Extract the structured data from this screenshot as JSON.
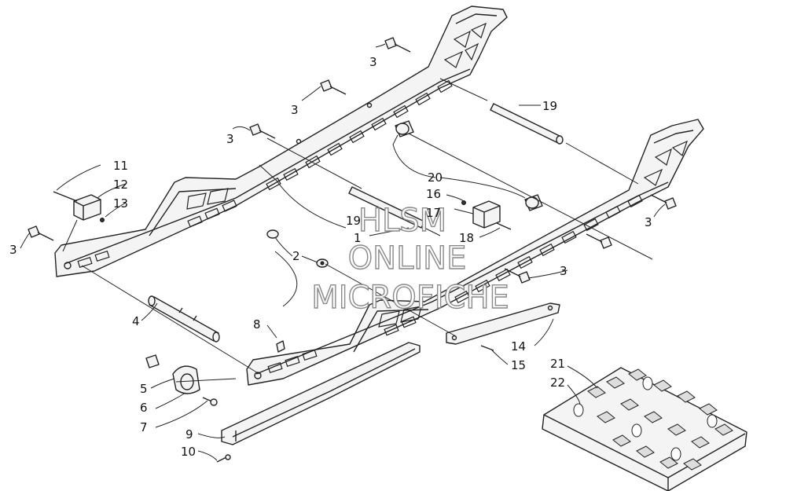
{
  "callouts": {
    "c1": "1",
    "c2": "2",
    "c3a": "3",
    "c3b": "3",
    "c3c": "3",
    "c3d": "3",
    "c3e": "3",
    "c3f": "3",
    "c4": "4",
    "c5": "5",
    "c6": "6",
    "c7": "7",
    "c8": "8",
    "c9": "9",
    "c10": "10",
    "c11": "11",
    "c12": "12",
    "c13": "13",
    "c14": "14",
    "c15": "15",
    "c16": "16",
    "c17": "17",
    "c18": "18",
    "c19a": "19",
    "c19b": "19",
    "c20": "20",
    "c21": "21",
    "c22": "22"
  },
  "watermark": {
    "line1": "HLSM",
    "line2": "ONLINE",
    "line3": "MICROFICHE"
  },
  "colors": {
    "ink": "#222222",
    "watermark_outline": "#8a8a8a",
    "background": "#ffffff"
  }
}
